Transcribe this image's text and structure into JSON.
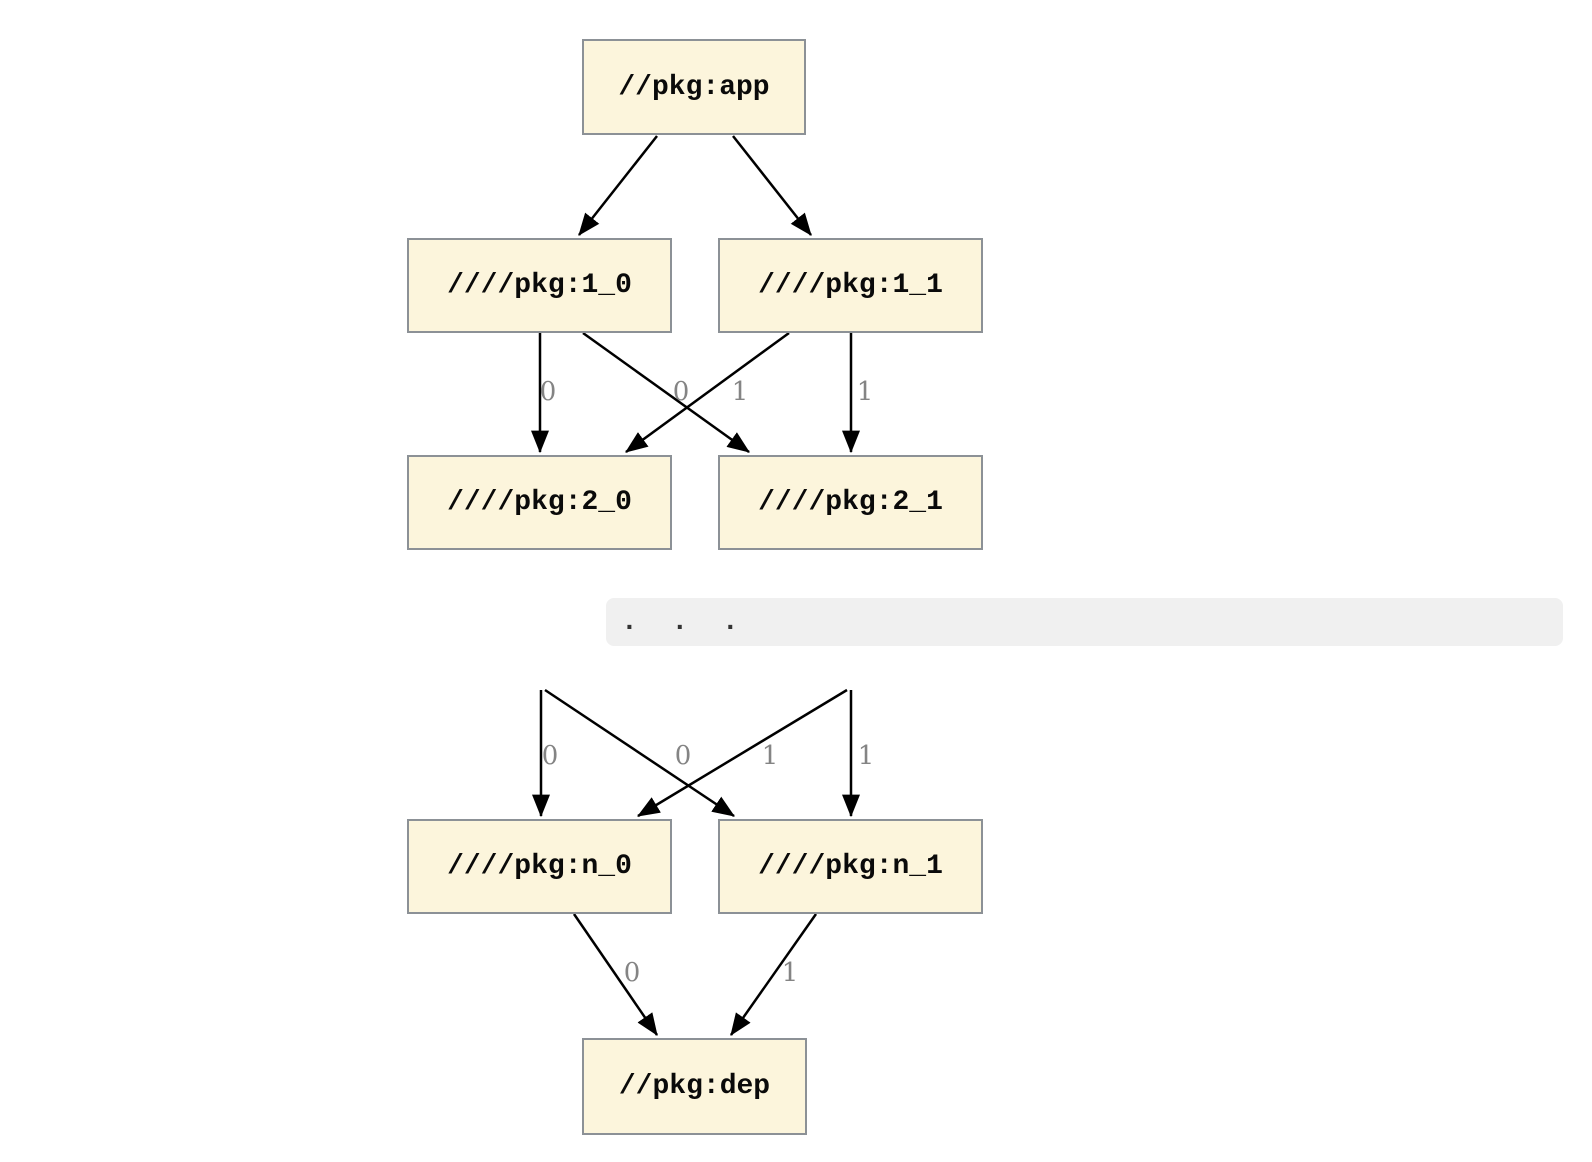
{
  "diagram": {
    "description": "dependency-graph",
    "nodes": {
      "app": {
        "label": "//pkg:app"
      },
      "l1_0": {
        "label": "////pkg:1_0"
      },
      "l1_1": {
        "label": "////pkg:1_1"
      },
      "l2_0": {
        "label": "////pkg:2_0"
      },
      "l2_1": {
        "label": "////pkg:2_1"
      },
      "ln_0": {
        "label": "////pkg:n_0"
      },
      "ln_1": {
        "label": "////pkg:n_1"
      },
      "dep": {
        "label": "//pkg:dep"
      }
    },
    "ellipsis": ".  .  .",
    "edges": [
      {
        "from": "//pkg:app",
        "to": "////pkg:1_0",
        "label": ""
      },
      {
        "from": "//pkg:app",
        "to": "////pkg:1_1",
        "label": ""
      },
      {
        "from": "////pkg:1_0",
        "to": "////pkg:2_0",
        "label": "0"
      },
      {
        "from": "////pkg:1_1",
        "to": "////pkg:2_0",
        "label": "0"
      },
      {
        "from": "////pkg:1_0",
        "to": "////pkg:2_1",
        "label": "1"
      },
      {
        "from": "////pkg:1_1",
        "to": "////pkg:2_1",
        "label": "1"
      },
      {
        "from": "...",
        "to": "////pkg:n_0",
        "label": "0"
      },
      {
        "from": "...",
        "to": "////pkg:n_0",
        "label": "0"
      },
      {
        "from": "...",
        "to": "////pkg:n_1",
        "label": "1"
      },
      {
        "from": "...",
        "to": "////pkg:n_1",
        "label": "1"
      },
      {
        "from": "////pkg:n_0",
        "to": "//pkg:dep",
        "label": "0"
      },
      {
        "from": "////pkg:n_1",
        "to": "//pkg:dep",
        "label": "1"
      }
    ],
    "colors": {
      "node_fill": "#fcf5dc",
      "node_border": "#8c9196",
      "edge": "#000000",
      "edge_label": "#848484",
      "band_bg": "#f0f0f0",
      "background": "#ffffff"
    }
  }
}
